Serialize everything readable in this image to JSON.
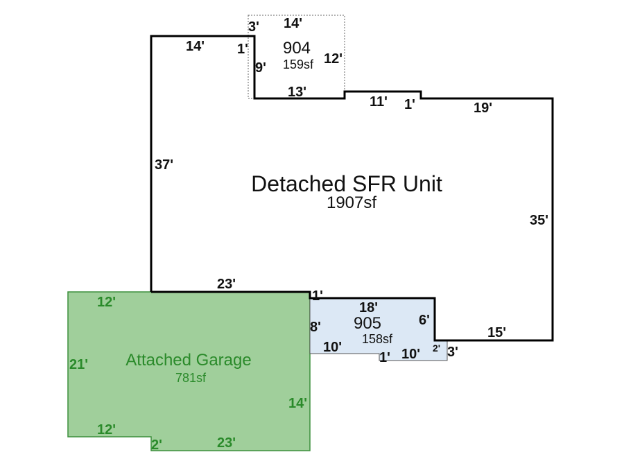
{
  "colors": {
    "garage_fill": "#a0cf9b",
    "garage_stroke": "#3c8f3c",
    "area905_fill": "#dce8f5",
    "outline": "#000000"
  },
  "main": {
    "name": "Detached SFR Unit",
    "area": "1907sf",
    "dims": {
      "top_left": "14'",
      "step_a": "1'",
      "left": "37'",
      "bottom": "23'",
      "step_b": "1'",
      "right": "35'",
      "top_right": "19'",
      "mid_top": "11'",
      "mid_step": "1'",
      "bottom_right": "15'"
    }
  },
  "area904": {
    "name": "904",
    "area": "159sf",
    "dims": {
      "top": "14'",
      "left_top": "3'",
      "left": "9'",
      "right": "12'",
      "bottom": "13'"
    }
  },
  "area905": {
    "name": "905",
    "area": "158sf",
    "dims": {
      "top": "18'",
      "left": "8'",
      "right": "6'",
      "bottom_left": "10'",
      "step": "1'",
      "bottom_right": "10'",
      "small": "2'",
      "right_small": "3'"
    }
  },
  "garage": {
    "name": "Attached Garage",
    "area": "781sf",
    "dims": {
      "top": "12'",
      "left": "21'",
      "bottom_left": "12'",
      "step": "2'",
      "bottom": "23'",
      "right": "14'"
    }
  }
}
